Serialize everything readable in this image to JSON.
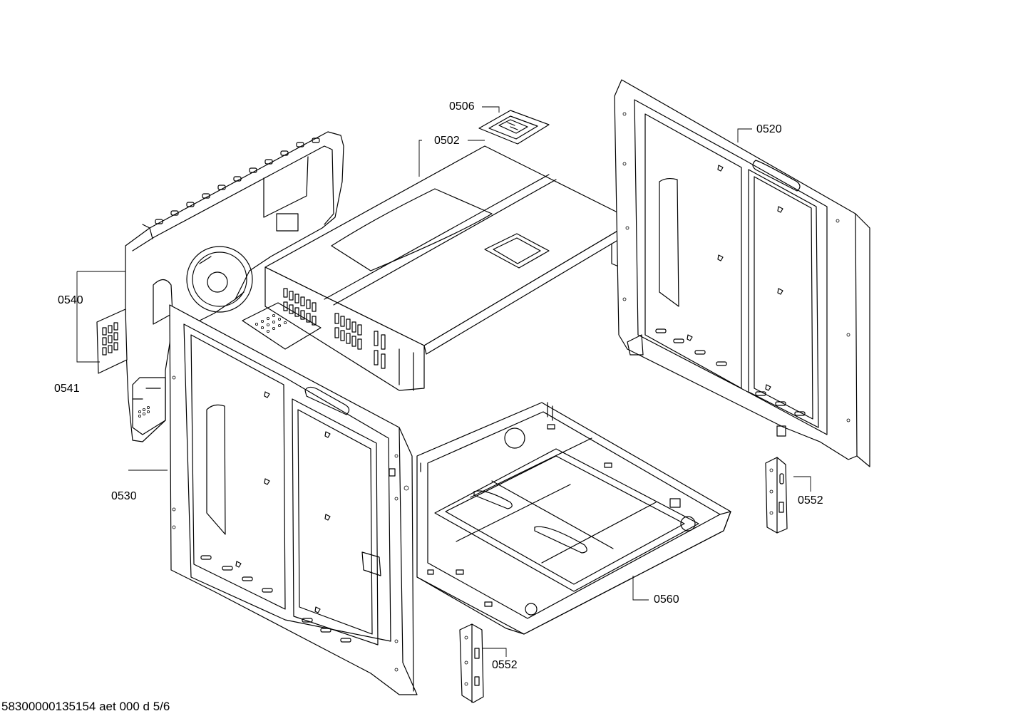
{
  "diagram": {
    "parts": [
      {
        "id": "0506",
        "name": "part-0506"
      },
      {
        "id": "0502",
        "name": "part-0502"
      },
      {
        "id": "0520",
        "name": "part-0520"
      },
      {
        "id": "0540",
        "name": "part-0540"
      },
      {
        "id": "0541",
        "name": "part-0541"
      },
      {
        "id": "0530",
        "name": "part-0530"
      },
      {
        "id": "0552",
        "name": "part-0552-right"
      },
      {
        "id": "0560",
        "name": "part-0560"
      },
      {
        "id": "0552",
        "name": "part-0552-bottom"
      }
    ]
  },
  "footer": {
    "doc_ref": "58300000135154 aet 000 d 5/6"
  }
}
